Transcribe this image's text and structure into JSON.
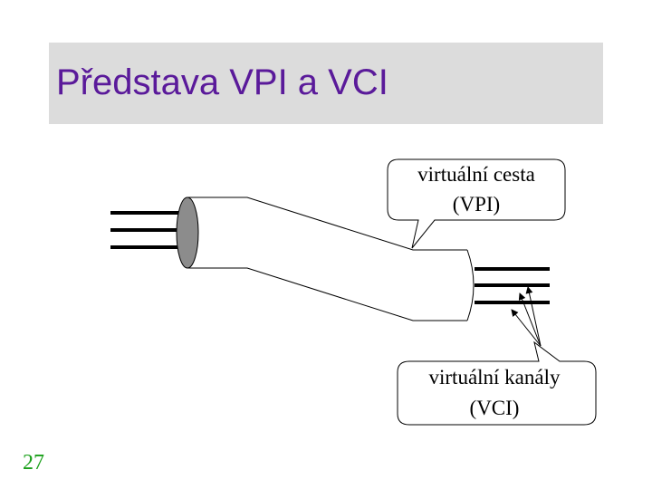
{
  "slide": {
    "title": "Představa VPI a VCI",
    "page_number": "27"
  },
  "callouts": {
    "vpi": {
      "line1": "virtuální cesta",
      "line2": "(VPI)"
    },
    "vci": {
      "line1": "virtuální kanály",
      "line2": "(VCI)"
    }
  },
  "colors": {
    "title": "#5a1a9a",
    "title_background": "#dcdcdc",
    "page_number": "#1aa01a",
    "cable_end_fill": "#8c8c8c"
  }
}
